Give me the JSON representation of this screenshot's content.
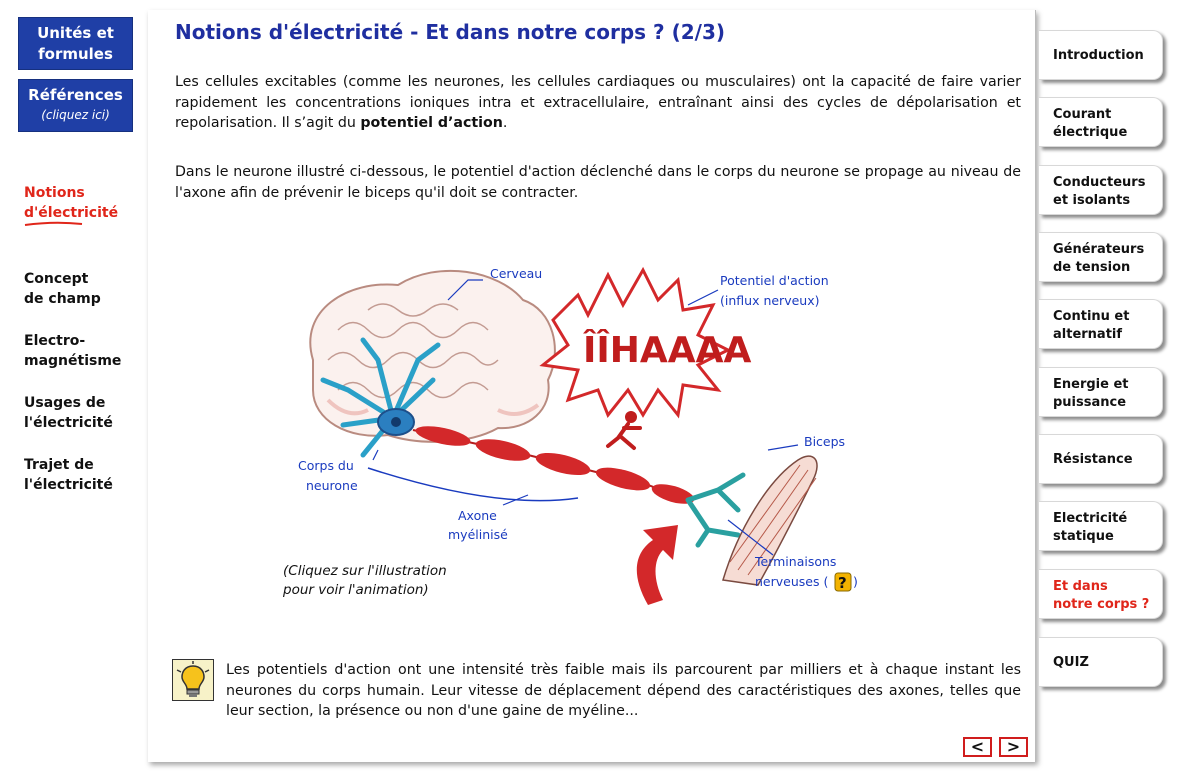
{
  "left": {
    "units_button": "Unités et formules",
    "refs_button": "Références",
    "refs_sub": "(cliquez ici)",
    "nav": [
      {
        "label": "Notions\nd'électricité",
        "active": true
      },
      {
        "label": "Concept\nde champ",
        "active": false
      },
      {
        "label": "Electro-\nmagnétisme",
        "active": false
      },
      {
        "label": "Usages de\nl'électricité",
        "active": false
      },
      {
        "label": "Trajet de\nl'électricité",
        "active": false
      }
    ]
  },
  "main": {
    "title": "Notions d'électricité - Et dans notre corps ? (2/3)",
    "para1_text": "Les cellules excitables (comme les neurones, les cellules cardiaques ou musculaires) ont la capacité de faire varier rapidement les concentrations ioniques intra et extracellulaire, entraînant ainsi des cycles de dépolarisation et repolarisation.  Il s’agit du ",
    "para1_bold": "potentiel d’action",
    "para1_end": ".",
    "para2": "Dans le neurone illustré ci-dessous, le potentiel d'action déclenché dans le corps du neurone se propage au niveau de l'axone afin de prévenir le biceps qu'il doit se contracter.",
    "illustration": {
      "label_cerveau": "Cerveau",
      "label_potentiel_1": "Potentiel d'action",
      "label_potentiel_2": "(influx nerveux)",
      "label_corps_1": "Corps du",
      "label_corps_2": "neurone",
      "label_axone_1": "Axone",
      "label_axone_2": "myélinisé",
      "label_biceps": "Biceps",
      "label_term_1": "Terminaisons",
      "label_term_2": "nerveuses (",
      "label_term_q": "?",
      "label_term_3": ")",
      "shout": "ÎÎHAAAA"
    },
    "caption": "(Cliquez sur l'illustration\npour voir l'animation)",
    "para3": "Les potentiels d'action ont une intensité très faible mais ils parcourent par milliers et à chaque instant les neurones du corps humain. Leur vitesse de déplacement dépend des caractéristiques des axones, telles que leur section, la présence ou non d'une gaine de myéline...",
    "prev": "<",
    "next": ">"
  },
  "tabs": [
    {
      "label": "Introduction",
      "active": false
    },
    {
      "label": "Courant\nélectrique",
      "active": false
    },
    {
      "label": "Conducteurs\net isolants",
      "active": false
    },
    {
      "label": "Générateurs\nde tension",
      "active": false
    },
    {
      "label": "Continu et\nalternatif",
      "active": false
    },
    {
      "label": "Energie et\npuissance",
      "active": false
    },
    {
      "label": "Résistance",
      "active": false
    },
    {
      "label": "Electricité\nstatique",
      "active": false
    },
    {
      "label": "Et dans\nnotre corps ?",
      "active": true
    },
    {
      "label": "QUIZ",
      "active": false
    }
  ],
  "colors": {
    "brand_blue": "#1f3fa6",
    "title_blue": "#1f2fa0",
    "active_red": "#e0261a",
    "label_blue": "#1a3bbf"
  }
}
